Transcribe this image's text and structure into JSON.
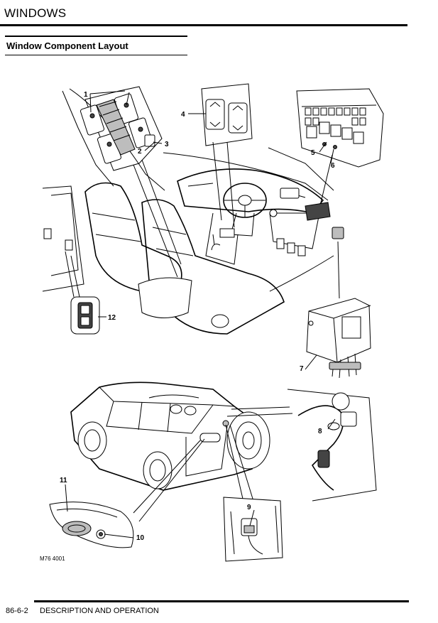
{
  "header": {
    "section_title": "WINDOWS",
    "subtitle": "Window Component Layout"
  },
  "figure": {
    "callouts": [
      "1",
      "2",
      "3",
      "4",
      "5",
      "6",
      "7",
      "8",
      "9",
      "10",
      "11",
      "12"
    ],
    "reference": "M76 4001"
  },
  "footer": {
    "page_number": "86-6-2",
    "section": "DESCRIPTION AND OPERATION"
  }
}
